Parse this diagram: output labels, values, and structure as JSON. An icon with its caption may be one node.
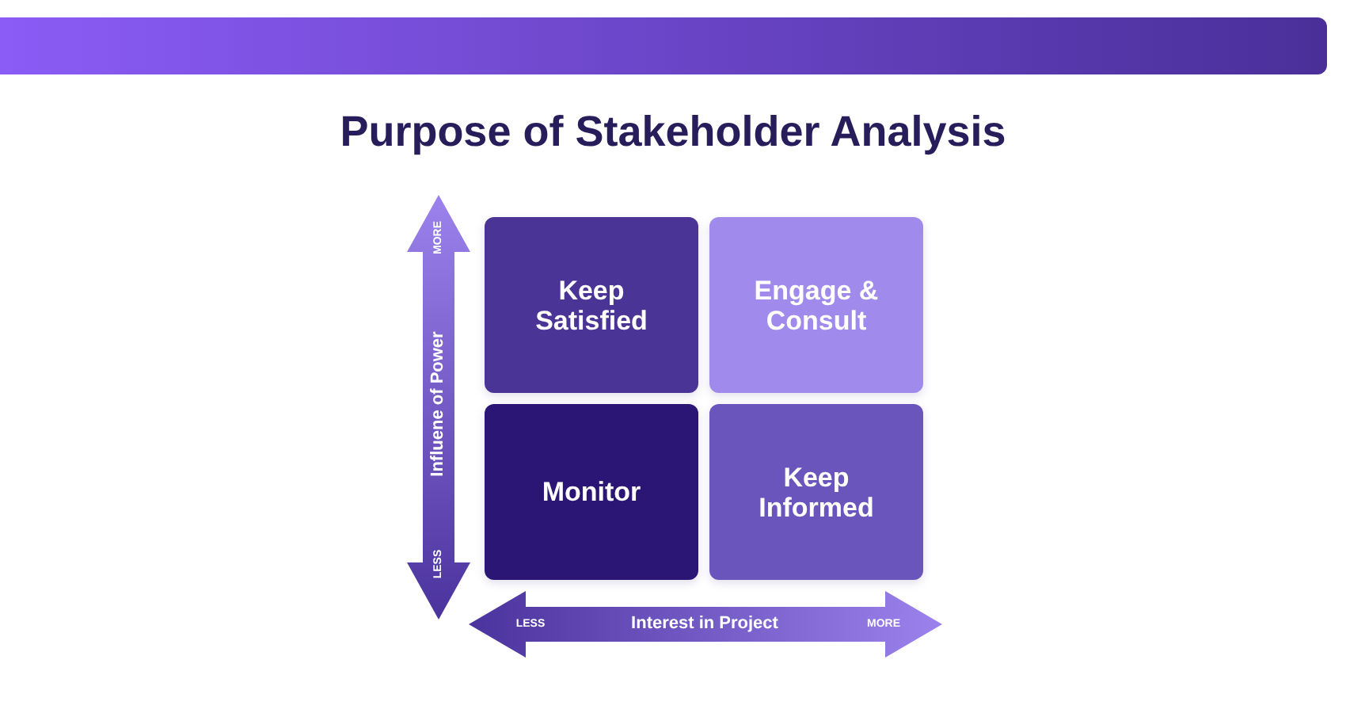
{
  "diagram": {
    "title": "Purpose of Stakeholder Analysis",
    "nodes": [
      {
        "text": [
          "Keep Satisfied"
        ]
      },
      {
        "text": [
          "Engage & Consult"
        ]
      },
      {
        "text": [
          "Monitor"
        ]
      },
      {
        "text": [
          "Keep Informed"
        ]
      }
    ],
    "labels": [
      "MORE",
      "Influene of Power",
      "LESS",
      "LESS",
      "Interest in Project",
      "MORE"
    ]
  }
}
